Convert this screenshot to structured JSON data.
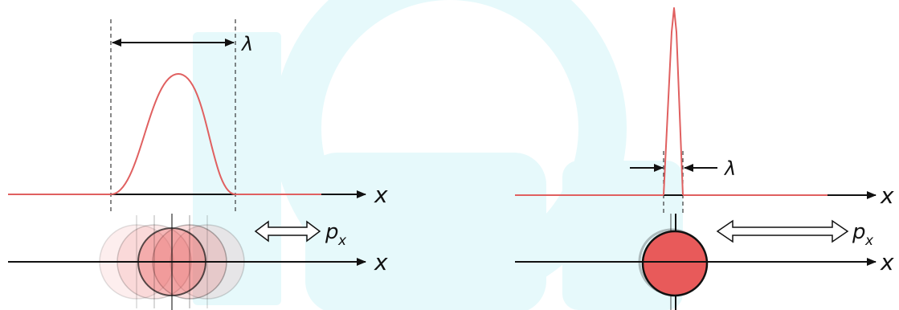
{
  "colors": {
    "wave": "#e06060",
    "particle_fill": "#e85a5a",
    "watermark": "#e6f9fb",
    "ink": "#111111"
  },
  "labels": {
    "x_axis": "x",
    "wavelength": "λ",
    "momentum": "p",
    "momentum_sub": "x"
  },
  "panels": [
    {
      "name": "broad-wave",
      "wave_shape": "wide bell",
      "particle_ghosts": 5
    },
    {
      "name": "narrow-wave",
      "wave_shape": "sharp spike",
      "particle_ghosts": 1
    }
  ]
}
